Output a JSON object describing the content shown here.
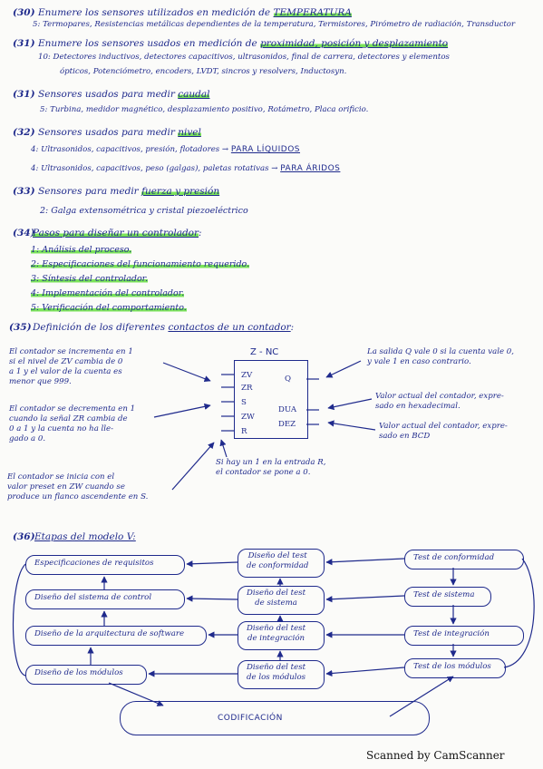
{
  "q30": {
    "num": "30",
    "q": "Enumere los sensores utilizados en medición de",
    "q_key": "TEMPERATURA",
    "a": "5: Termopares, Resistencias metálicas dependientes de la temperatura, Termistores, Pirómetro de radiación, Transductor"
  },
  "q31": {
    "num": "31",
    "q": "Enumere los sensores usados en medición de",
    "q_key": "proximidad, posición y desplazamiento",
    "a1": "10: Detectores inductivos, detectores capacitivos, ultrasonidos, final de carrera, detectores y elementos",
    "a2": "ópticos, Potenciómetro, encoders, LVDT, sincros y resolvers, Inductosyn."
  },
  "q31b": {
    "num": "31",
    "q": "Sensores usados para medir",
    "q_key": "caudal",
    "a": "5: Turbina, medidor magnético, desplazamiento positivo, Rotámetro, Placa orificio."
  },
  "q32": {
    "num": "32",
    "q": "Sensores usados para medir",
    "q_key": "nivel",
    "a1": "4: Ultrasonidos, capacitivos, presión, flotadores →",
    "a1_key": "PARA LÍQUIDOS",
    "a2": "4: Ultrasonidos, capacitivos, peso (galgas), paletas rotativas →",
    "a2_key": "PARA ÁRIDOS"
  },
  "q33": {
    "num": "33",
    "q": "Sensores para medir",
    "q_key": "fuerza y presión",
    "a": "2: Galga extensométrica y cristal piezoeléctrico"
  },
  "q34": {
    "num": "34",
    "q_key": "Pasos para diseñar un controlador",
    "steps": [
      "1: Análisis del proceso.",
      "2: Especificaciones del funcionamiento requerido.",
      "3: Síntesis del controlador.",
      "4: Implementación del controlador.",
      "5: Verificación del comportamiento."
    ]
  },
  "q35": {
    "num": "35",
    "q": "Definición de los diferentes",
    "q_key": "contactos de un contador",
    "block_title": "Z - NC",
    "pins_left": [
      "ZV",
      "ZR",
      "S",
      "ZW",
      "R"
    ],
    "pins_right": [
      "Q",
      "DUA",
      "DEZ"
    ],
    "notes_left": [
      [
        "El contador se incrementa en 1",
        "si el nivel de ZV cambia de 0",
        "a 1 y el valor de la cuenta es",
        "menor que 999."
      ],
      [
        "El contador se decrementa en 1",
        "cuando la señal ZR cambia de",
        "0 a 1 y la cuenta no ha lle-",
        "gado a 0."
      ],
      [
        "El contador se inicia con el",
        "valor preset en ZW cuando se",
        "produce un flanco ascendente en S."
      ]
    ],
    "notes_right": [
      [
        "La salida Q vale 0 si la cuenta vale 0,",
        "y vale 1 en caso contrario."
      ],
      [
        "Valor actual del contador, expre-",
        "sado en hexadecimal."
      ],
      [
        "Valor actual del contador, expre-",
        "sado en BCD"
      ]
    ],
    "note_bottom": [
      "Si hay un 1 en la entrada R,",
      "el contador se pone a 0."
    ]
  },
  "q36": {
    "num": "36",
    "q": "Etapas del modelo V:",
    "left": [
      "Especificaciones de requisitos",
      "Diseño del sistema de control",
      "Diseño de la arquitectura de software",
      "Diseño de los módulos"
    ],
    "mid": [
      [
        "Diseño del test",
        "de conformidad"
      ],
      [
        "Diseño del test",
        "de sistema"
      ],
      [
        "Diseño del test",
        "de integración"
      ],
      [
        "Diseño del test",
        "de los módulos"
      ]
    ],
    "right": [
      "Test de conformidad",
      "Test de sistema",
      "Test de integración",
      "Test de los módulos"
    ],
    "bottom": "CODIFICACIÓN"
  },
  "footer": "Scanned by CamScanner"
}
